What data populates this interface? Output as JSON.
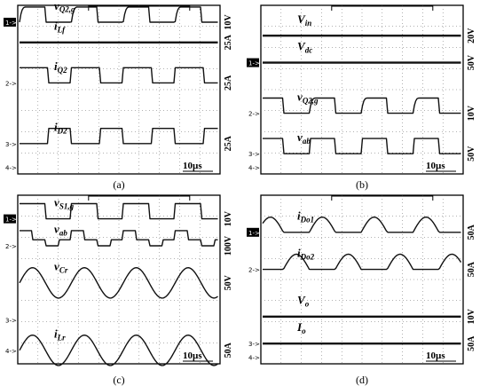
{
  "chart_data": [
    {
      "type": "line",
      "caption": "(a)",
      "time_scale": "10µs",
      "channels": [
        {
          "marker": "1",
          "name": "v",
          "sub": "Q2,g",
          "scale": "10V",
          "shape": "gate_rounded"
        },
        {
          "marker": "",
          "name": "i",
          "sub": "Lf",
          "scale": "25A",
          "shape": "flat"
        },
        {
          "marker": "2",
          "name": "i",
          "sub": "Q2",
          "scale": "25A",
          "shape": "square_low"
        },
        {
          "marker": "3",
          "name": "i",
          "sub": "D2",
          "scale": "25A",
          "shape": "square_inv"
        },
        {
          "marker": "4",
          "name": "",
          "sub": "",
          "scale": "",
          "shape": "none"
        }
      ]
    },
    {
      "type": "line",
      "caption": "(b)",
      "time_scale": "10µs",
      "channels": [
        {
          "marker": "",
          "name": "V",
          "sub": "in",
          "scale": "20V",
          "shape": "flat"
        },
        {
          "marker": "1",
          "name": "V",
          "sub": "dc",
          "scale": "50V",
          "shape": "flat"
        },
        {
          "marker": "2",
          "name": "v",
          "sub": "Q2,g",
          "scale": "10V",
          "shape": "gate_rounded"
        },
        {
          "marker": "3",
          "name": "v",
          "sub": "ab",
          "scale": "50V",
          "shape": "square"
        },
        {
          "marker": "4",
          "name": "",
          "sub": "",
          "scale": "",
          "shape": "none"
        }
      ]
    },
    {
      "type": "line",
      "caption": "(c)",
      "time_scale": "10µs",
      "channels": [
        {
          "marker": "1",
          "name": "v",
          "sub": "S1,g",
          "scale": "10V",
          "shape": "square"
        },
        {
          "marker": "2",
          "name": "v",
          "sub": "ab",
          "scale": "100V",
          "shape": "square_steps"
        },
        {
          "marker": "",
          "name": "v",
          "sub": "Cr",
          "scale": "50V",
          "shape": "sine"
        },
        {
          "marker": "3",
          "name": "",
          "sub": "",
          "scale": "",
          "shape": "none"
        },
        {
          "marker": "4",
          "name": "i",
          "sub": "Lr",
          "scale": "50A",
          "shape": "sine"
        }
      ]
    },
    {
      "type": "line",
      "caption": "(d)",
      "time_scale": "10µs",
      "channels": [
        {
          "marker": "1",
          "name": "i",
          "sub": "Do1",
          "scale": "50A",
          "shape": "half_sine"
        },
        {
          "marker": "2",
          "name": "i",
          "sub": "Do2",
          "scale": "50A",
          "shape": "half_sine_shift"
        },
        {
          "marker": "",
          "name": "V",
          "sub": "o",
          "scale": "10V",
          "shape": "flat"
        },
        {
          "marker": "3",
          "name": "I",
          "sub": "o",
          "scale": "50A",
          "shape": "flat"
        },
        {
          "marker": "4",
          "name": "",
          "sub": "",
          "scale": "",
          "shape": "none"
        }
      ]
    }
  ]
}
